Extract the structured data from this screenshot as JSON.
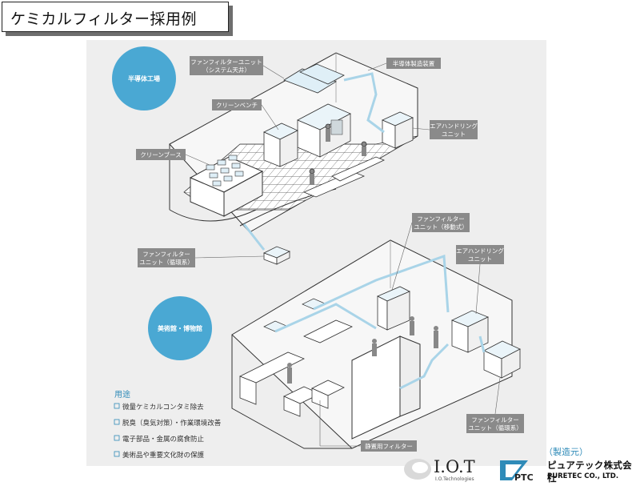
{
  "title": "ケミカルフィルター採用例",
  "scenes": {
    "semiconductor": {
      "circle": "半導体工場",
      "labels": {
        "ffu_ceiling": [
          "ファンフィルターユニット",
          "（システム天井）"
        ],
        "equipment": [
          "半導体製造装置"
        ],
        "clean_bench": [
          "クリーンベンチ"
        ],
        "clean_booth": [
          "クリーンブース"
        ],
        "ahu": [
          "エアハンドリング",
          "ユニット"
        ],
        "ffu_circ": [
          "ファンフィルター",
          "ユニット（循環系）"
        ]
      }
    },
    "museum": {
      "circle": "美術館・博物館",
      "labels": {
        "ffu_mobile": [
          "ファンフィルター",
          "ユニット（移動式）"
        ],
        "ahu": [
          "エアハンドリング",
          "ユニット"
        ],
        "ffu_circ": [
          "ファンフィルター",
          "ユニット（循環系）"
        ],
        "static_filter": [
          "静置用フィルター"
        ]
      }
    }
  },
  "usage": {
    "heading": "用途",
    "items": [
      "微量ケミカルコンタミ除去",
      "脱臭（臭気対策）・作業環境改善",
      "電子部品・金属の腐食防止",
      "美術品や重要文化財の保護"
    ]
  },
  "makers": {
    "iot_logo": "I.O.T",
    "iot_sub": "I.O.Technologies",
    "label": "（製造元）",
    "company_jp": "ピュアテック株式会社",
    "ptc_logo": "PTC",
    "company_en": "PURETEC CO., LTD."
  },
  "colors": {
    "duct": "#a9d4e8",
    "circle": "#4aa8d3",
    "label_bg": "#8a8a8a",
    "accent": "#2f8bb8"
  }
}
